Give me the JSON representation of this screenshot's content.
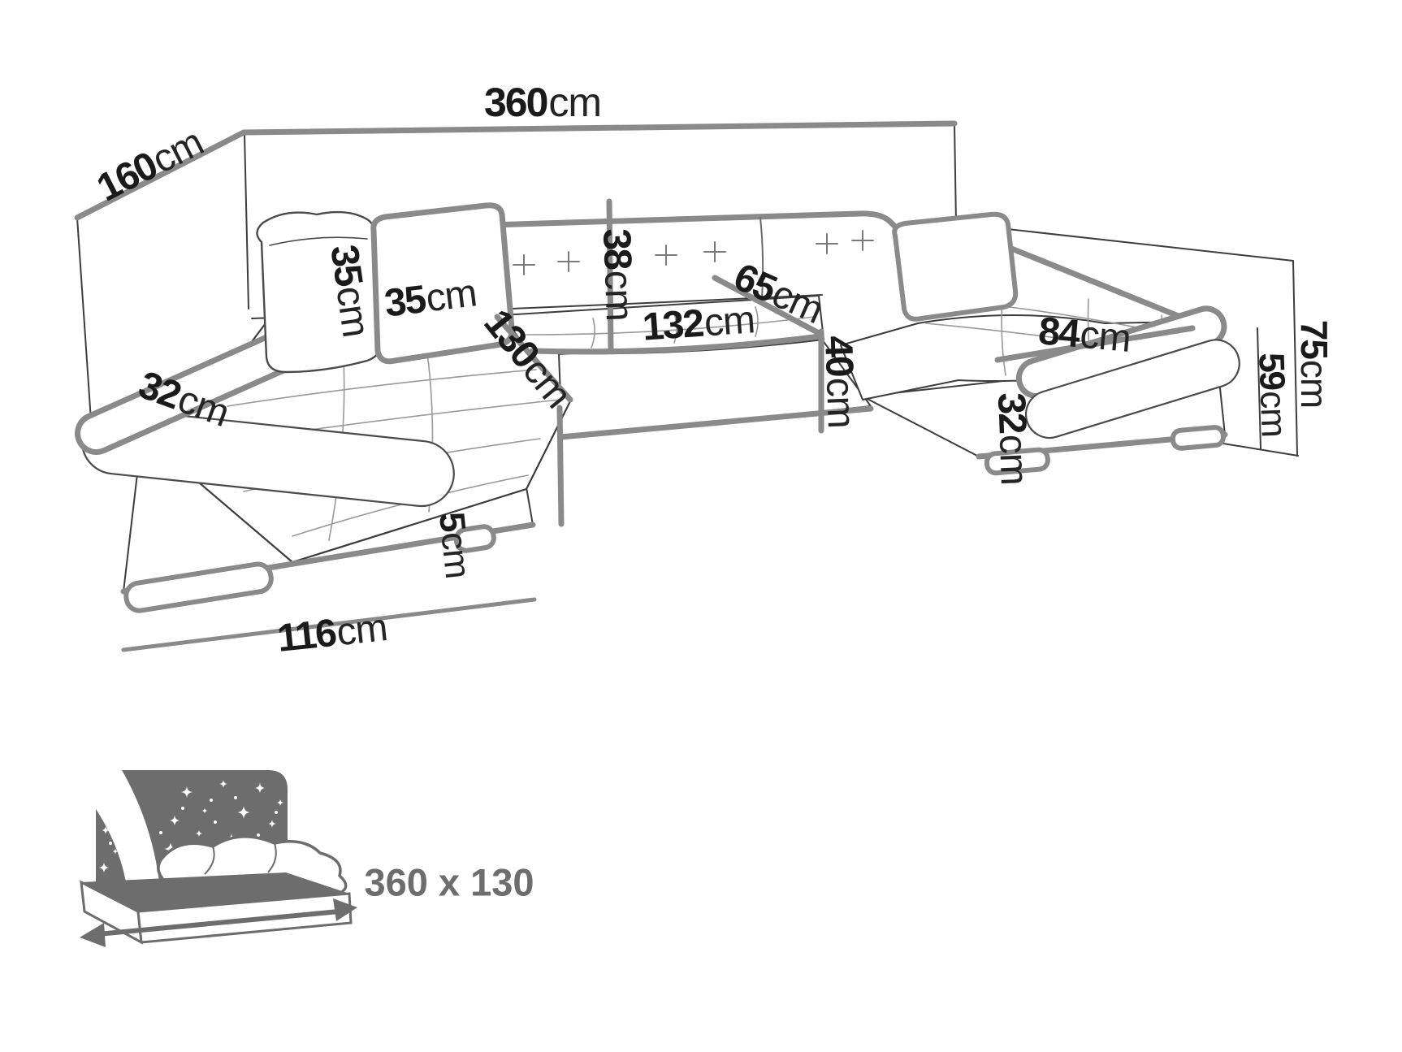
{
  "diagram": {
    "dimensions": {
      "total_width": {
        "value": "360",
        "unit": "cm"
      },
      "total_depth": {
        "value": "160",
        "unit": "cm"
      },
      "pillow_height": {
        "value": "35",
        "unit": "cm"
      },
      "pillow_width": {
        "value": "35",
        "unit": "cm"
      },
      "backrest_height": {
        "value": "38",
        "unit": "cm"
      },
      "left_chaise_length": {
        "value": "130",
        "unit": "cm"
      },
      "middle_seat_width": {
        "value": "132",
        "unit": "cm"
      },
      "seat_depth": {
        "value": "65",
        "unit": "cm"
      },
      "seat_height": {
        "value": "40",
        "unit": "cm"
      },
      "left_armrest_width": {
        "value": "32",
        "unit": "cm"
      },
      "right_chaise_width": {
        "value": "84",
        "unit": "cm"
      },
      "right_base_height": {
        "value": "32",
        "unit": "cm"
      },
      "side_height_lower": {
        "value": "59",
        "unit": "cm"
      },
      "total_height": {
        "value": "75",
        "unit": "cm"
      },
      "left_base_width": {
        "value": "116",
        "unit": "cm"
      },
      "leg_height": {
        "value": "5",
        "unit": "cm"
      }
    },
    "sleeping_area": {
      "icon": "bed-with-starry-headboard-icon",
      "size_label": "360 x 130"
    },
    "colors": {
      "background": "#ffffff",
      "measurement_line": "#8a8a8a",
      "outline": "#3d3d3d",
      "label_text": "#1a1a1a",
      "icon_gray": "#6d6d6d"
    }
  }
}
